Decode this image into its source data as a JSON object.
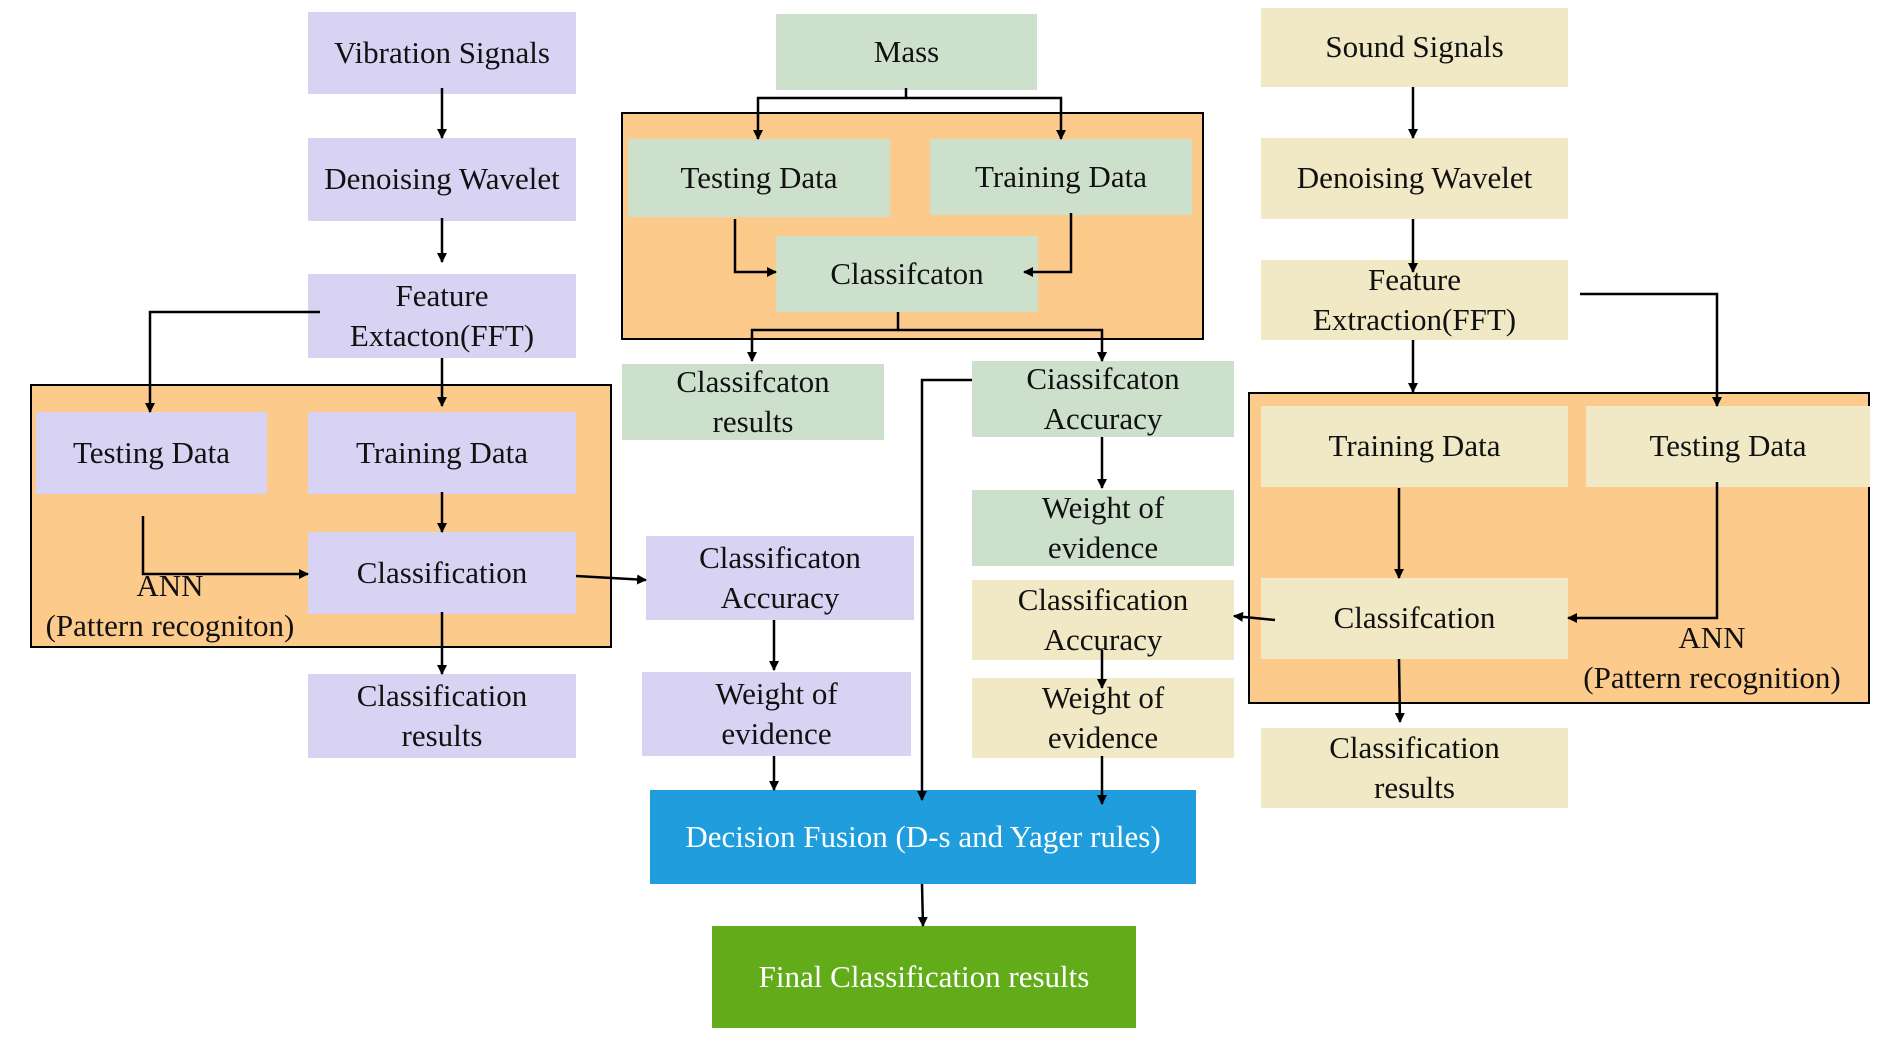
{
  "colors": {
    "vibration": "#d9d3f3",
    "mass": "#cde0cb",
    "sound": "#f1e8c6",
    "ann_group": "#fccb8c",
    "fusion": "#1f9ddc",
    "final": "#63ac19"
  },
  "vibration": {
    "signals": "Vibration Signals",
    "denoising": "Denoising Wavelet",
    "feature": "Feature\nExtacton(FFT)",
    "testing": "Testing Data",
    "training": "Training Data",
    "classification": "Classification",
    "ann_label": "ANN\n(Pattern recogniton)",
    "results": "Classification\nresults",
    "accuracy": "Classificaton\nAccuracy",
    "weight": "Weight of\nevidence"
  },
  "mass": {
    "signals": "Mass",
    "testing": "Testing Data",
    "training": "Training Data",
    "classification": "Classifcaton",
    "results": "Classifcaton\nresults",
    "accuracy": "Ciassifcaton\nAccuracy",
    "weight": "Weight of\nevidence"
  },
  "sound": {
    "signals": "Sound Signals",
    "denoising": "Denoising Wavelet",
    "feature": "Feature\nExtraction(FFT)",
    "training": "Training Data",
    "testing": "Testing Data",
    "classification": "Classifcation",
    "ann_label": "ANN\n(Pattern recognition)",
    "results": "Classification\nresults",
    "accuracy": "Classification\nAccuracy",
    "weight": "Weight of\nevidence"
  },
  "fusion": {
    "decision": "Decision Fusion (D-s and Yager rules)",
    "final": "Final Classification results"
  }
}
